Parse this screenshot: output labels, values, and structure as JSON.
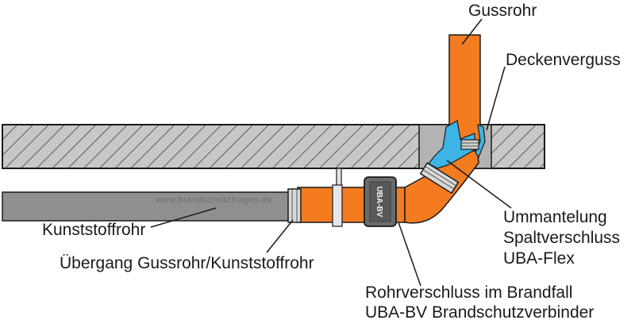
{
  "labels": {
    "gussrohr": "Gussrohr",
    "deckenverguss": "Deckenverguss",
    "ummantelung": [
      "Ummantelung",
      "Spaltverschluss",
      "UBA-Flex"
    ],
    "kunststoffrohr": "Kunststoffrohr",
    "uebergang": "Übergang Gussrohr/Kunststoffrohr",
    "rohrverschluss": [
      "Rohrverschluss im Brandfall",
      "UBA-BV Brandschutzverbinder"
    ]
  },
  "connector_mark": "UBA-BV",
  "watermark": "www.brandschutzfragen.de",
  "colors": {
    "cast_pipe": "#f47c20",
    "plastic_pipe": "#8f8f8f",
    "ceiling": "#c7c7c7",
    "ceiling_hatch": "#5a5a5a",
    "seal": "#3cb4e6",
    "connector": "#6a6a6a",
    "outline": "#1a1a1a"
  }
}
